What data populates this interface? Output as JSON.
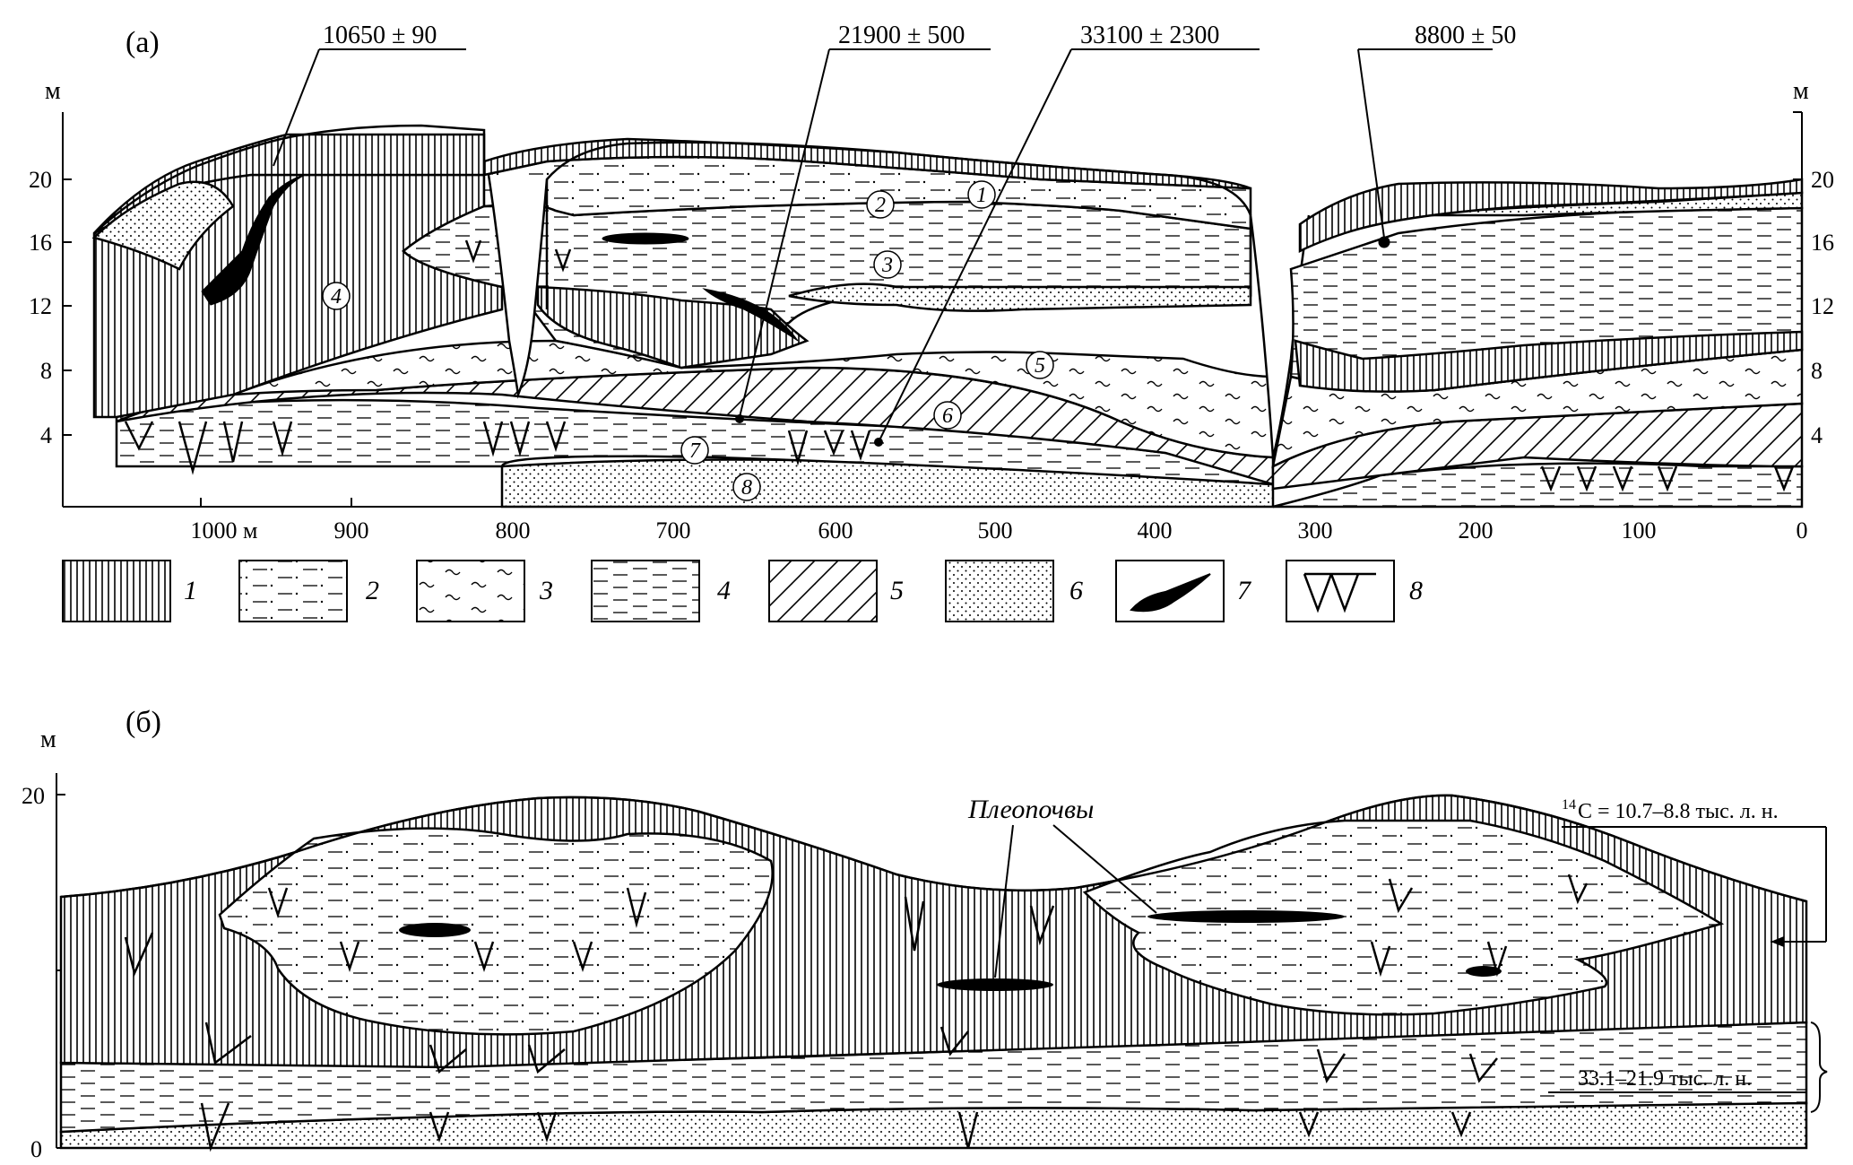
{
  "panel_a": {
    "label": "(а)",
    "y_unit_left": "м",
    "y_unit_right": "м",
    "y_ticks": [
      "4",
      "8",
      "12",
      "16",
      "20"
    ],
    "x_ticks": [
      "1000 м",
      "900",
      "800",
      "700",
      "600",
      "500",
      "400",
      "300",
      "200",
      "100",
      "0"
    ],
    "dates": [
      "10650 ± 90",
      "21900 ± 500",
      "33100 ± 2300",
      "8800 ± 50"
    ],
    "unit_numbers": [
      "1",
      "2",
      "3",
      "4",
      "5",
      "6",
      "7",
      "8"
    ]
  },
  "legend": {
    "items": [
      {
        "num": "1",
        "pattern": "vertical-hatch"
      },
      {
        "num": "2",
        "pattern": "dash-dot"
      },
      {
        "num": "3",
        "pattern": "tilde"
      },
      {
        "num": "4",
        "pattern": "dashes"
      },
      {
        "num": "5",
        "pattern": "diagonal-hatch"
      },
      {
        "num": "6",
        "pattern": "dots"
      },
      {
        "num": "7",
        "pattern": "black-lens"
      },
      {
        "num": "8",
        "pattern": "ice-wedge"
      }
    ]
  },
  "panel_b": {
    "label": "(б)",
    "y_unit": "м",
    "y_ticks": [
      "0",
      "20"
    ],
    "paleosols_label": "Плеопочвы",
    "c14_prefix": "14",
    "c14_text": "C = 10.7–8.8 тыс. л. н.",
    "lower_age_text": "33.1–21.9 тыс. л. н."
  },
  "colors": {
    "ink": "#000000",
    "paper": "#ffffff"
  }
}
